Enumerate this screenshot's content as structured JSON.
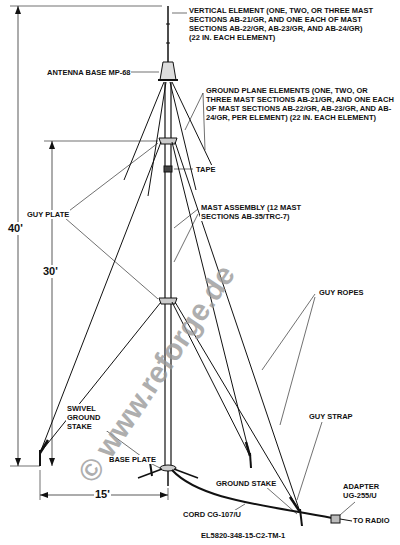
{
  "diagram": {
    "labels": [
      "VERTICAL ELEMENT (ONE, TWO, OR THREE MAST SECTIONS AB-21/GR, AND ONE EACH OF MAST SECTIONS AB-22/GR, AB-23/GR, AND AB-24/GR) (22 IN. EACH ELEMENT)",
      "ANTENNA BASE MP-68",
      "GROUND PLANE ELEMENTS (ONE, TWO, OR THREE MAST SECTIONS AB-21/GR, AND ONE EACH OF MAST SECTIONS AB-22/GR, AB-23/GR, AND AB-24/GR, PER ELEMENT) (22 IN. EACH ELEMENT)",
      "TAPE",
      "GUY PLATE",
      "MAST ASSEMBLY (12 MAST SECTIONS AB-35/TRC-7)",
      "40'",
      "30'",
      "GUY ROPES",
      "SWIVEL GROUND STAKE",
      "GUY STRAP",
      "BASE PLATE",
      "15'",
      "GROUND STAKE",
      "CORD CG-107/U",
      "ADAPTER UG-255/U",
      "TO RADIO",
      "EL5820-348-15-C2-TM-1",
      "© www.reforge.de"
    ]
  }
}
